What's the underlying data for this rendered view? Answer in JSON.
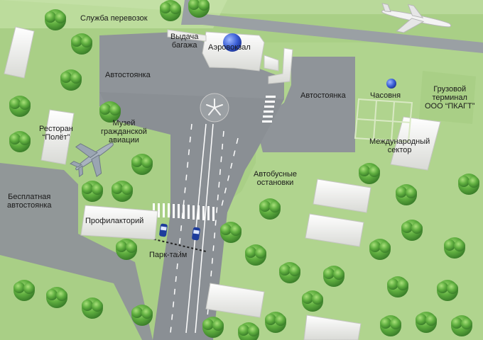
{
  "labels": {
    "transport_service": "Служба перевозок",
    "baggage_claim": "Выдача\nбагажа",
    "terminal": "Аэровокзал",
    "parking_north": "Автостоянка",
    "parking_east": "Автостоянка",
    "chapel": "Часовня",
    "cargo_terminal": "Грузовой\nтерминал\nООО “ПКАГТ”",
    "restaurant": "Ресторан\n“Полёт”",
    "museum": "Музей\nгражданской\nавиации",
    "international_sector": "Международный\nсектор",
    "bus_stops": "Автобусные\nостановки",
    "free_parking": "Бесплатная\nавтостоянка",
    "dispensary": "Профилакторий",
    "park_time": "Парк-тайм"
  },
  "icons": {
    "airplane_large": "airplane-icon",
    "airplane_museum": "airplane-icon",
    "terminal_dome": "dome-icon",
    "chapel_dome": "dome-icon",
    "fountain": "fountain-icon",
    "car": "car-icon"
  },
  "colors": {
    "grass": "#a9cf86",
    "grass_light": "#c3e0a3",
    "asphalt": "#8f9499",
    "asphalt_dark": "#7d8288",
    "tree": "#5fae3f",
    "building": "#f1f1ef",
    "dome": "#3b5fd6",
    "marking": "#ffffff"
  }
}
